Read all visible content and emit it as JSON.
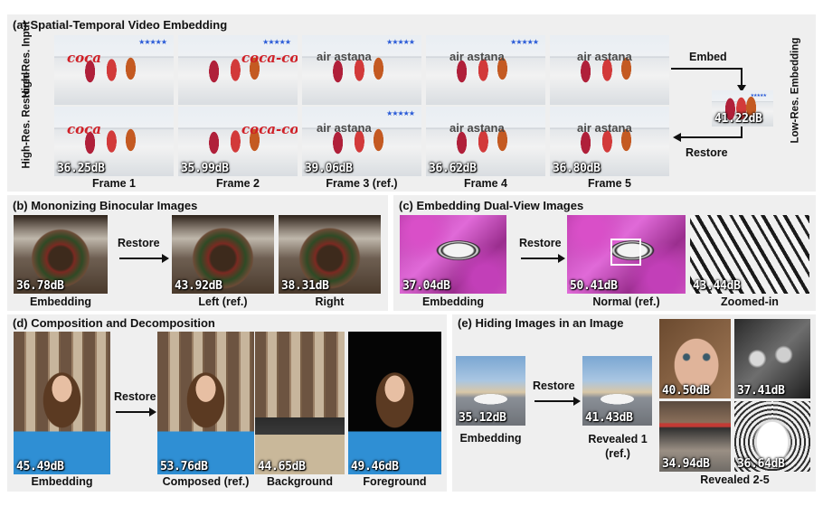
{
  "panels": {
    "a": {
      "title": "(a) Spatial-Temporal Video Embedding",
      "row_input": "High-Res. Input",
      "row_restored": "High-Res. Restored",
      "frames": [
        "Frame 1",
        "Frame 2",
        "Frame 3 (ref.)",
        "Frame 4",
        "Frame 5"
      ],
      "restored_psnr": [
        "36.25dB",
        "35.99dB",
        "39.06dB",
        "36.62dB",
        "36.80dB"
      ],
      "embed_label": "Embed",
      "restore_label": "Restore",
      "lowres_label": "Low-Res. Embedding",
      "lowres_psnr": "41.22dB",
      "logo_text": [
        "coca",
        "coca-cola",
        "air astana",
        "air astana",
        "air astana"
      ]
    },
    "b": {
      "title": "(b) Mononizing Binocular Images",
      "restore_label": "Restore",
      "images": [
        {
          "caption": "Embedding",
          "psnr": "36.78dB"
        },
        {
          "caption": "Left (ref.)",
          "psnr": "43.92dB"
        },
        {
          "caption": "Right",
          "psnr": "38.31dB"
        }
      ]
    },
    "c": {
      "title": "(c) Embedding Dual-View Images",
      "restore_label": "Restore",
      "images": [
        {
          "caption": "Embedding",
          "psnr": "37.04dB"
        },
        {
          "caption": "Normal (ref.)",
          "psnr": "50.41dB"
        },
        {
          "caption": "Zoomed-in",
          "psnr": "43.44dB"
        }
      ]
    },
    "d": {
      "title": "(d) Composition and Decomposition",
      "restore_label": "Restore",
      "images": [
        {
          "caption": "Embedding",
          "psnr": "45.49dB"
        },
        {
          "caption": "Composed (ref.)",
          "psnr": "53.76dB"
        },
        {
          "caption": "Background",
          "psnr": "44.65dB"
        },
        {
          "caption": "Foreground",
          "psnr": "49.46dB"
        }
      ]
    },
    "e": {
      "title": "(e) Hiding Images in an Image",
      "restore_label": "Restore",
      "embedding": {
        "caption": "Embedding",
        "psnr": "35.12dB"
      },
      "revealed1": {
        "caption": "Revealed 1 (ref.)",
        "psnr": "41.43dB"
      },
      "revealed_caption": "Revealed 2-5",
      "revealed": [
        "40.50dB",
        "37.41dB",
        "34.94dB",
        "36.64dB"
      ]
    }
  }
}
